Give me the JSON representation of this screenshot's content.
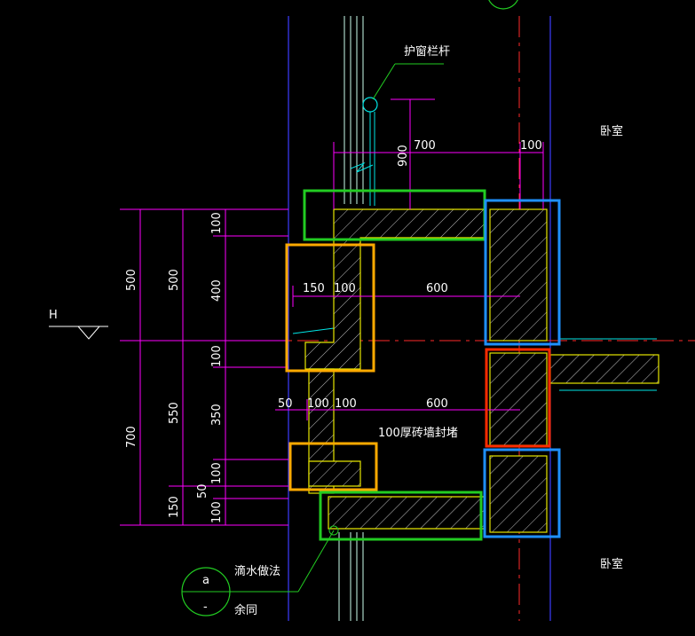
{
  "labels": {
    "railing": "护窗栏杆",
    "bedroom_top": "卧室",
    "bedroom_bottom": "卧室",
    "level_mark": "H",
    "seal_wall": "100厚砖墙封堵",
    "drip_method": "滴水做法",
    "same_as": "余同",
    "detail_number": "a",
    "detail_sheet": "-"
  },
  "dims_top": {
    "height_900": "900",
    "width_700": "700",
    "width_100": "100"
  },
  "dims_left": {
    "outer_500": "500",
    "outer_700": "700",
    "mid_500": "500",
    "mid_550": "550",
    "mid_150": "150",
    "inner_100a": "100",
    "inner_400": "400",
    "inner_100b": "100",
    "inner_350": "350",
    "inner_100c": "100",
    "inner_50": "50",
    "inner_100d": "100"
  },
  "dims_row1": {
    "d150": "150",
    "d100": "100",
    "d600": "600"
  },
  "dims_row2": {
    "d50": "50",
    "d100a": "100",
    "d100b": "100",
    "d600": "600"
  },
  "colors": {
    "green": "#22cc22",
    "orange": "#ffaa00",
    "blue": "#1e90ff",
    "red": "#ff2a00",
    "magenta": "#ff00ff",
    "cyan": "#00e5e5",
    "wall_edge": "#e6e600",
    "grid_blue": "#3c3cff"
  }
}
